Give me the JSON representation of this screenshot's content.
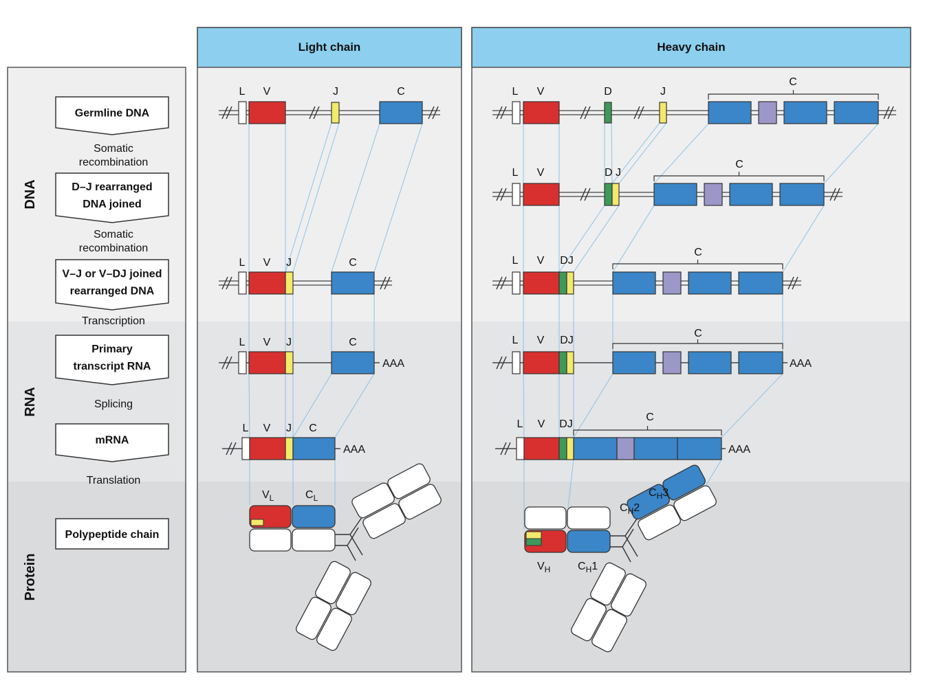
{
  "panels": {
    "light_title": "Light chain",
    "heavy_title": "Heavy chain"
  },
  "side_labels": {
    "dna": "DNA",
    "rna": "RNA",
    "protein": "Protein"
  },
  "steps": [
    {
      "lines": [
        "Germline DNA"
      ]
    },
    {
      "lines": [
        "D–J rearranged",
        "DNA joined"
      ]
    },
    {
      "lines": [
        "V–J or V–DJ joined",
        "rearranged DNA"
      ]
    },
    {
      "lines": [
        "Primary",
        "transcript RNA"
      ]
    },
    {
      "lines": [
        "mRNA"
      ]
    },
    {
      "lines": [
        "Polypeptide chain"
      ]
    }
  ],
  "processes": [
    {
      "lines": [
        "Somatic",
        "recombination"
      ]
    },
    {
      "lines": [
        "Somatic",
        "recombination"
      ]
    },
    {
      "lines": [
        "Transcription"
      ]
    },
    {
      "lines": [
        "Splicing"
      ]
    },
    {
      "lines": [
        "Translation"
      ]
    }
  ],
  "segment_labels": {
    "L": "L",
    "V": "V",
    "J": "J",
    "C": "C",
    "D": "D",
    "DJ": "DJ",
    "D_J": "D J",
    "polyA": "AAA"
  },
  "protein_labels": {
    "VL": "V",
    "VL_sub": "L",
    "CL": "C",
    "CL_sub": "L",
    "VH": "V",
    "VH_sub": "H",
    "CH1": "C",
    "CH1_sub": "H",
    "CH1_num": "1",
    "CH2": "C",
    "CH2_sub": "H",
    "CH2_num": "2",
    "CH3": "C",
    "CH3_sub": "H",
    "CH3_num": "3"
  },
  "colors": {
    "V": "#d8302f",
    "J": "#f3e96a",
    "D": "#3d9a5a",
    "C": "#3a86c8",
    "hinge": "#9b97c9",
    "header": "#8ccfee",
    "highlight": "#33dd33",
    "bg_dna": "#efefef",
    "bg_rna": "#e4e5e7",
    "bg_protein": "#dadbdd",
    "guide": "#7fc0ea"
  }
}
